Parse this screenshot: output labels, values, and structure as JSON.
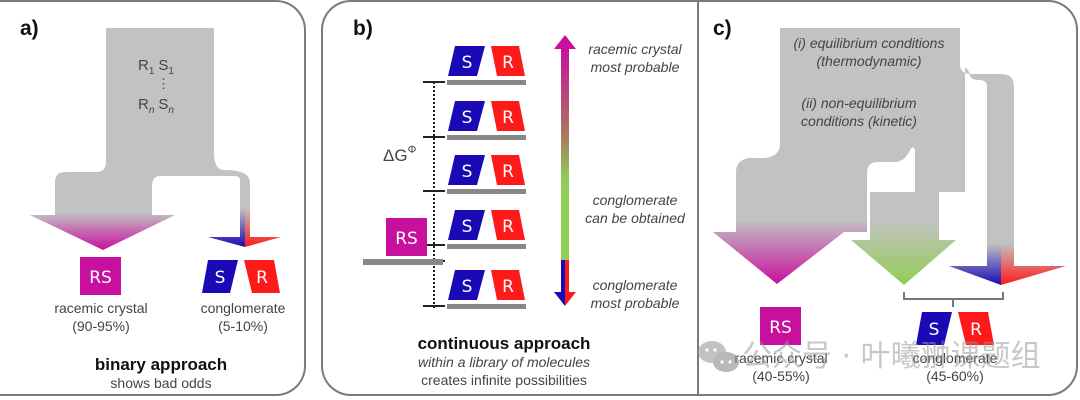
{
  "colors": {
    "magenta": "#c8109e",
    "blue": "#1a0ab5",
    "red": "#ff1a1a",
    "green": "#92cd55",
    "flow_gray": "#c2c2c2",
    "shelf_gray": "#888888",
    "border": "#7a7a7a"
  },
  "panel_a": {
    "letter": "a)",
    "formula_top": {
      "r": "R",
      "r_sub": "1",
      "s": "S",
      "s_sub": "1"
    },
    "formula_dots": "⋮",
    "formula_bottom": {
      "r": "R",
      "r_sub": "n",
      "s": "S",
      "s_sub": "n"
    },
    "racemic_box": "RS",
    "s_box": "S",
    "r_box": "R",
    "racemic_label": "racemic crystal",
    "racemic_pct": "(90-95%)",
    "conglomerate_label": "conglomerate",
    "conglomerate_pct": "(5-10%)",
    "title": "binary approach",
    "subtitle": "shows bad odds"
  },
  "panel_b": {
    "letter": "b)",
    "delta_g": "ΔG",
    "delta_g_sup": "Φ",
    "racemic_box": "RS",
    "pairs": [
      {
        "s": "S",
        "r": "R"
      },
      {
        "s": "S",
        "r": "R"
      },
      {
        "s": "S",
        "r": "R"
      },
      {
        "s": "S",
        "r": "R"
      },
      {
        "s": "S",
        "r": "R"
      }
    ],
    "arrow_labels": {
      "top_line1": "racemic crystal",
      "top_line2": "most probable",
      "mid_line1": "conglomerate",
      "mid_line2": "can be obtained",
      "bottom_line1": "conglomerate",
      "bottom_line2": "most probable"
    },
    "title": "continuous approach",
    "subtitle_italic": "within a library of molecules",
    "subtitle": "creates infinite possibilities"
  },
  "panel_c": {
    "letter": "c)",
    "cond1_line1": "(i) equilibrium conditions",
    "cond1_line2": "(thermodynamic)",
    "cond2_line1": "(ii) non-equilibrium",
    "cond2_line2": "conditions (kinetic)",
    "racemic_box": "RS",
    "s_box": "S",
    "r_box": "R",
    "racemic_label": "racemic crystal",
    "racemic_pct": "(40-55%)",
    "conglomerate_label": "conglomerate",
    "conglomerate_pct": "(45-60%)"
  },
  "watermark": {
    "text": "公众号 · 叶曦翀课题组",
    "icon": "wechat-icon"
  }
}
